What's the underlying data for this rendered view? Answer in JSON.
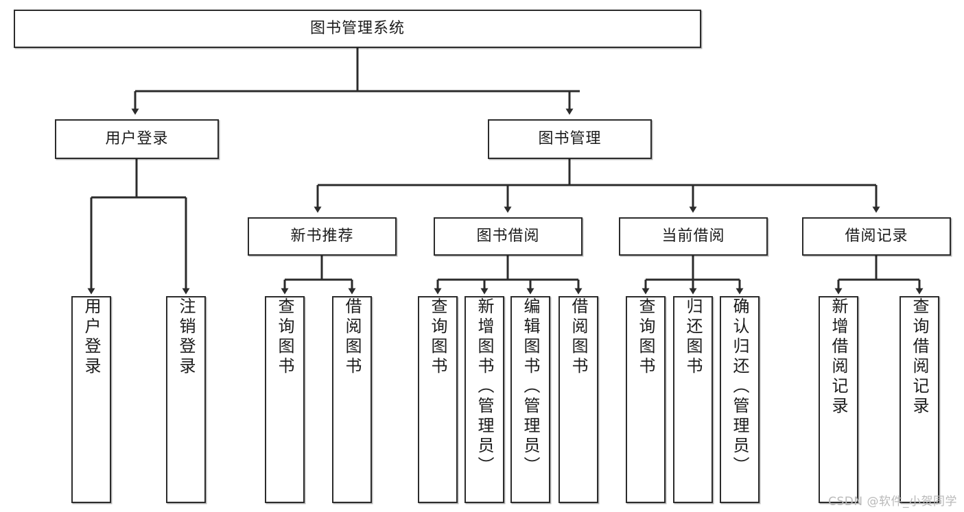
{
  "diagram": {
    "type": "tree",
    "title": "图书管理系统",
    "root": {
      "label": "图书管理系统"
    },
    "level2": [
      {
        "label": "用户登录"
      },
      {
        "label": "图书管理"
      }
    ],
    "level3": [
      {
        "label": "新书推荐"
      },
      {
        "label": "图书借阅"
      },
      {
        "label": "当前借阅"
      },
      {
        "label": "借阅记录"
      }
    ],
    "leaves": [
      {
        "label": "用户登录",
        "parent": "用户登录"
      },
      {
        "label": "注销登录",
        "parent": "用户登录"
      },
      {
        "label": "查询图书",
        "parent": "新书推荐"
      },
      {
        "label": "借阅图书",
        "parent": "新书推荐"
      },
      {
        "label": "查询图书",
        "parent": "图书借阅"
      },
      {
        "label": "新增图书（管理员）",
        "parent": "图书借阅"
      },
      {
        "label": "编辑图书（管理员）",
        "parent": "图书借阅"
      },
      {
        "label": "借阅图书",
        "parent": "图书借阅"
      },
      {
        "label": "查询图书",
        "parent": "当前借阅"
      },
      {
        "label": "归还图书",
        "parent": "当前借阅"
      },
      {
        "label": "确认归还（管理员）",
        "parent": "当前借阅"
      },
      {
        "label": "新增借阅记录",
        "parent": "借阅记录"
      },
      {
        "label": "查询借阅记录",
        "parent": "借阅记录"
      }
    ]
  },
  "watermark": {
    "text": "CSDN @软件_小贺同学"
  },
  "colors": {
    "stroke": "#2b2b2b",
    "fill": "#ffffff",
    "text": "#1b1b1b",
    "watermark": "#b9b9b9"
  }
}
